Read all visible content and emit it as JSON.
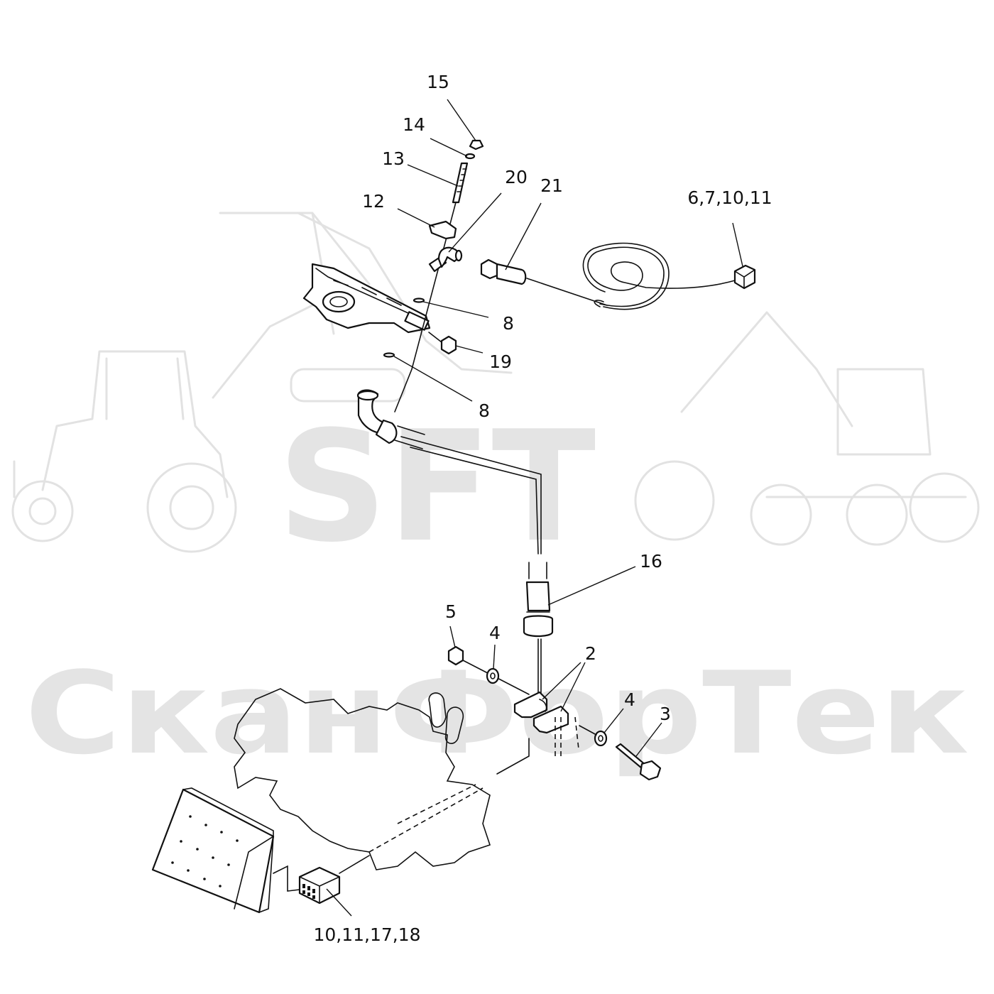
{
  "watermark": {
    "logo": "SFT",
    "name": "СканФорТек"
  },
  "callouts": {
    "c15": "15",
    "c14": "14",
    "c13": "13",
    "c12": "12",
    "c20": "20",
    "c21": "21",
    "c6_7_10_11": "6,7,10,11",
    "c8_upper": "8",
    "c19": "19",
    "c8_lower": "8",
    "c16": "16",
    "c5": "5",
    "c4_left": "4",
    "c2": "2",
    "c4_right": "4",
    "c3": "3",
    "c10_11_17_18": "10,11,17,18"
  }
}
